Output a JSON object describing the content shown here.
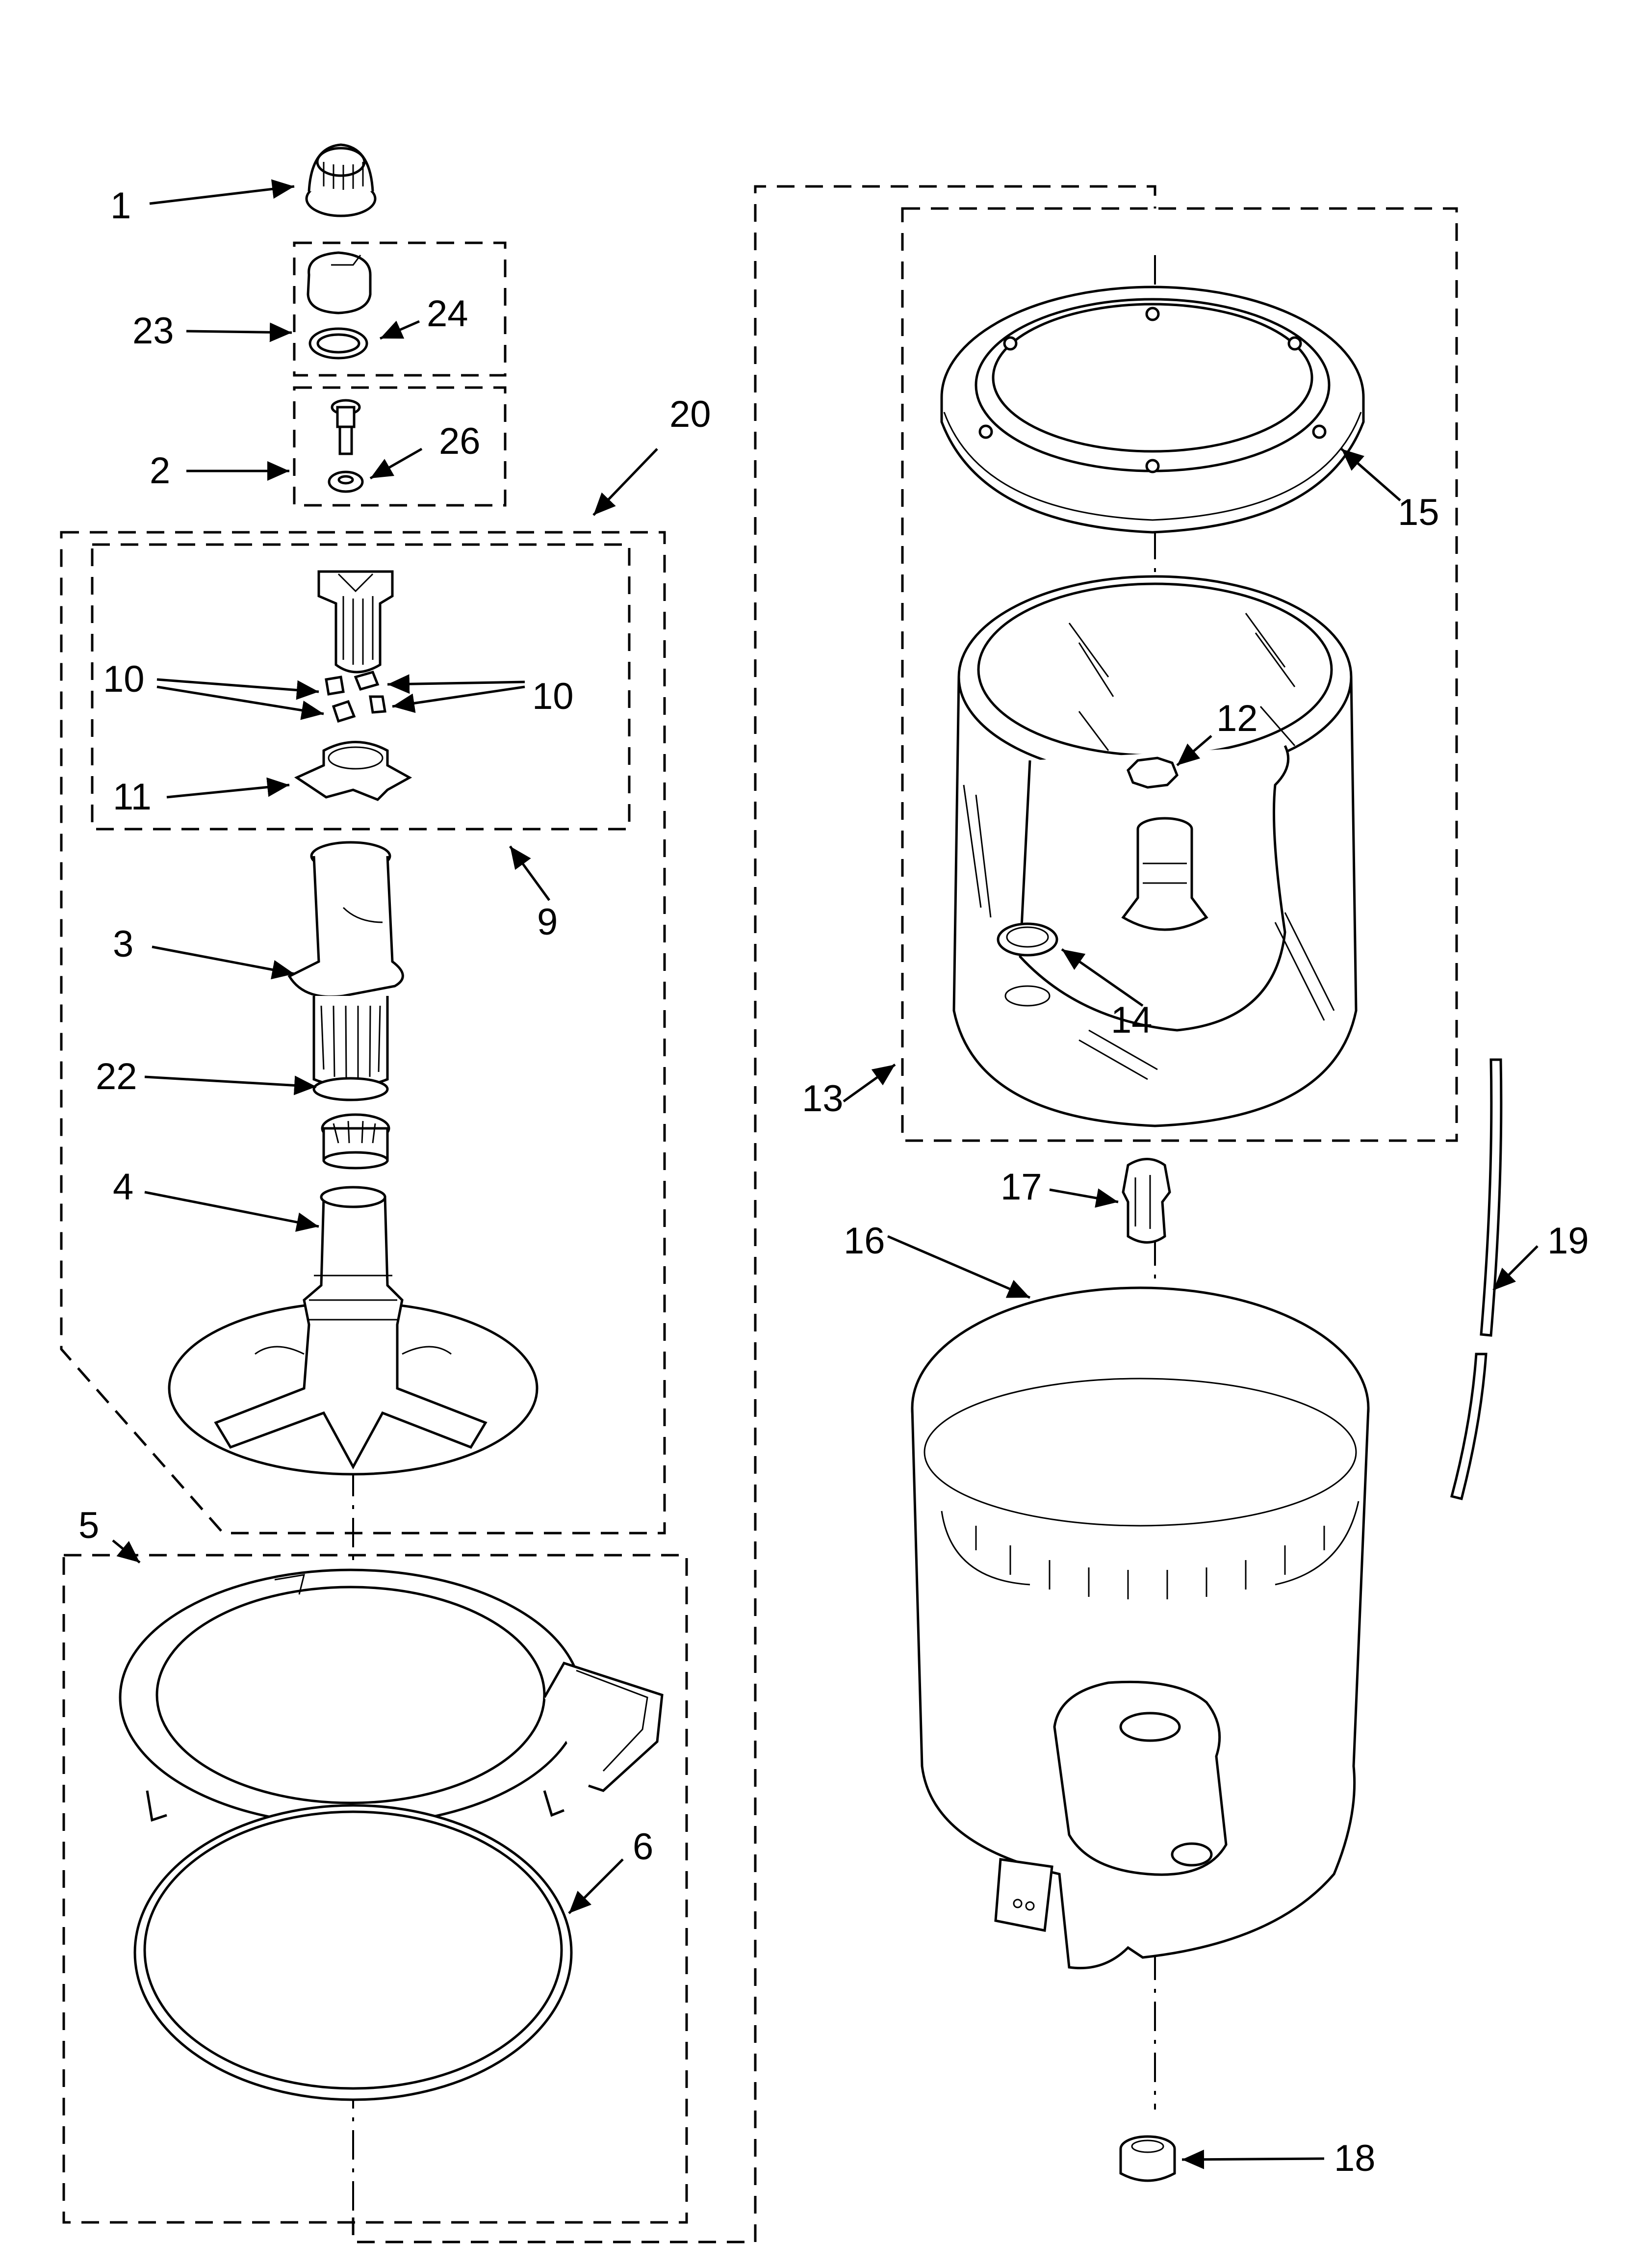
{
  "callouts": {
    "c1": "1",
    "c2": "2",
    "c3": "3",
    "c4": "4",
    "c5": "5",
    "c6": "6",
    "c9": "9",
    "c10a": "10",
    "c10b": "10",
    "c11": "11",
    "c12": "12",
    "c13": "13",
    "c14": "14",
    "c15": "15",
    "c16": "16",
    "c17": "17",
    "c18": "18",
    "c19": "19",
    "c20": "20",
    "c22": "22",
    "c23": "23",
    "c24": "24",
    "c26": "26"
  }
}
